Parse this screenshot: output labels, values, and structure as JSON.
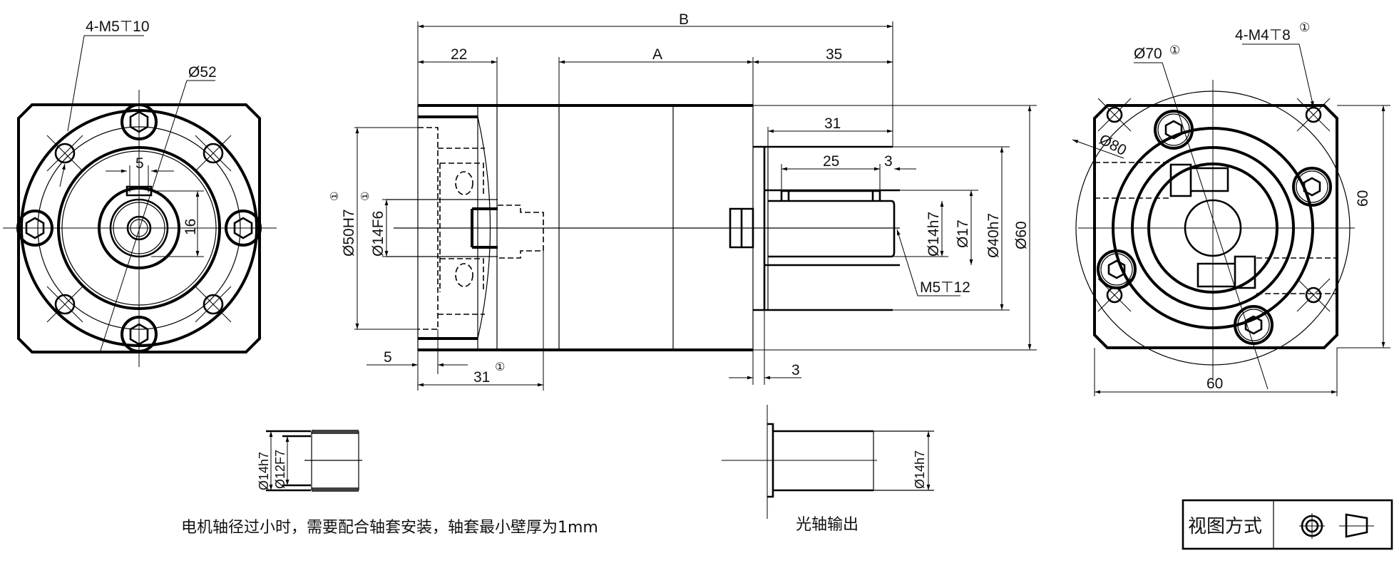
{
  "left_view": {
    "thread_label": "4-M5⊤10",
    "pitch_dia": "Ø52",
    "key_width": "5",
    "key_height": "16"
  },
  "side_view": {
    "overall": "B",
    "input_len": "22",
    "body_len": "A",
    "output_len": "35",
    "shaft_len": "31",
    "key_len": "25",
    "key_offset": "3",
    "bore_pilot": "Ø50H7",
    "bore_shaft": "Ø14F6",
    "note_mark": "①",
    "shaft_dia": "Ø14h7",
    "shoulder_dia": "Ø17",
    "pilot_dia": "Ø40h7",
    "flange_dia": "Ø60",
    "center_thread": "M5⊤12",
    "pilot_depth": "5",
    "input_depth": "31",
    "flange_thk": "3"
  },
  "right_view": {
    "thread_label": "4-M4⊤8",
    "pcd": "Ø70",
    "outer_dia": "Ø80",
    "height": "60",
    "width": "60",
    "note_mark": "①"
  },
  "sleeve": {
    "outer": "Ø14h7",
    "inner": "Ø12F7",
    "note": "电机轴径过小时，需要配合轴套安装，轴套最小壁厚为1mm"
  },
  "smooth_shaft": {
    "dia": "Ø14h7",
    "caption": "光轴输出"
  },
  "view_table": {
    "label": "视图方式",
    "symbol": "first-angle-projection-icon"
  }
}
